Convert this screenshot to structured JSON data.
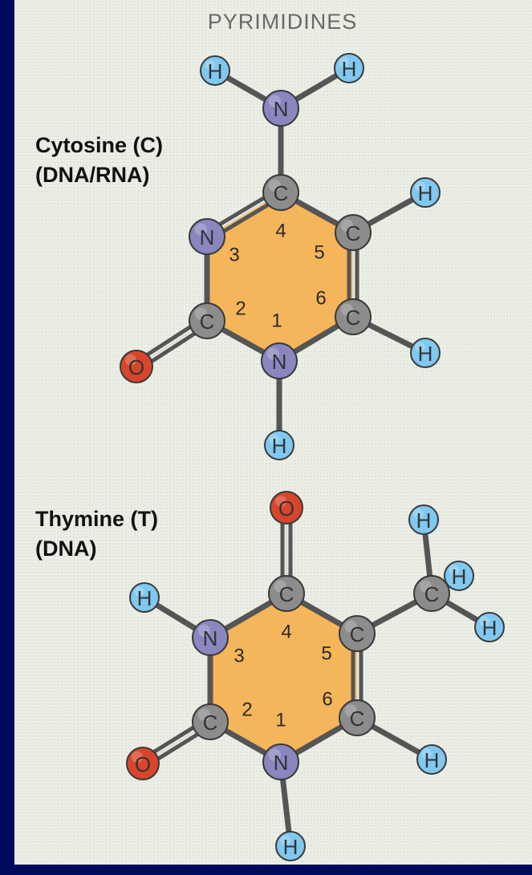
{
  "title": "PYRIMIDINES",
  "colors": {
    "ring_fill": "#f5b55a",
    "carbon": "#8c8c8c",
    "nitrogen": "#8a86bf",
    "oxygen": "#d9452a",
    "hydrogen": "#80c8ef",
    "bond": "#555555"
  },
  "molecules": [
    {
      "name": "Cytosine (C)",
      "subtitle": "(DNA/RNA)",
      "ring_numbers": [
        "1",
        "2",
        "3",
        "4",
        "5",
        "6"
      ],
      "atoms": [
        {
          "id": "C4",
          "el": "C"
        },
        {
          "id": "C5",
          "el": "C"
        },
        {
          "id": "C6",
          "el": "C"
        },
        {
          "id": "N1",
          "el": "N"
        },
        {
          "id": "C2",
          "el": "C"
        },
        {
          "id": "N3",
          "el": "N"
        },
        {
          "id": "N4",
          "el": "N"
        },
        {
          "id": "H4a",
          "el": "H"
        },
        {
          "id": "H4b",
          "el": "H"
        },
        {
          "id": "H5",
          "el": "H"
        },
        {
          "id": "H6",
          "el": "H"
        },
        {
          "id": "H1",
          "el": "H"
        },
        {
          "id": "O2",
          "el": "O"
        }
      ]
    },
    {
      "name": "Thymine (T)",
      "subtitle": "(DNA)",
      "ring_numbers": [
        "1",
        "2",
        "3",
        "4",
        "5",
        "6"
      ],
      "atoms": [
        {
          "id": "C4",
          "el": "C"
        },
        {
          "id": "C5",
          "el": "C"
        },
        {
          "id": "C6",
          "el": "C"
        },
        {
          "id": "N1",
          "el": "N"
        },
        {
          "id": "C2",
          "el": "C"
        },
        {
          "id": "N3",
          "el": "N"
        },
        {
          "id": "O4",
          "el": "O"
        },
        {
          "id": "H3",
          "el": "H"
        },
        {
          "id": "CM",
          "el": "C"
        },
        {
          "id": "HMa",
          "el": "H"
        },
        {
          "id": "HMb",
          "el": "H"
        },
        {
          "id": "HMc",
          "el": "H"
        },
        {
          "id": "H6",
          "el": "H"
        },
        {
          "id": "H1",
          "el": "H"
        },
        {
          "id": "O2",
          "el": "O"
        }
      ]
    }
  ]
}
